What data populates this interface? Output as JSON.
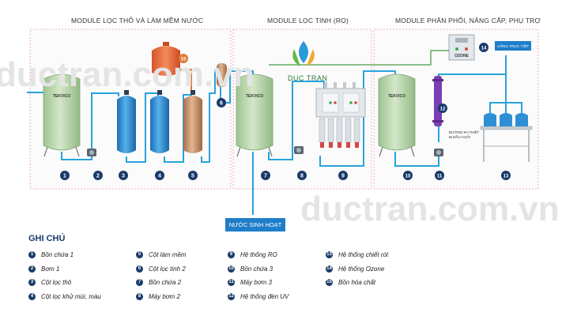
{
  "modules": {
    "coarse": "MODULE LỌC THÔ VÀ LÀM MỀM NƯỚC",
    "ro": "MODULE LỌC TINH (RO)",
    "dist": "MODULE PHÂN PHỐI, NÂNG CẤP, PHỤ TRỢ"
  },
  "brand": "DUC TRAN",
  "watermark": "ductran.com.vn",
  "labels": {
    "domestic_water": "NƯỚC SINH HOẠT",
    "direct_drink": "UỐNG TRỰC TIẾP",
    "ozone": "OZONE",
    "outlet_line1": "ĐƯỜNG RA THIẾT",
    "outlet_line2": "BỊ ĐẦU CUỐI",
    "tank_brand": "TEKVICO"
  },
  "legend": {
    "title": "GHI CHÚ",
    "items": [
      {
        "n": "1",
        "text": "Bồn chứa 1"
      },
      {
        "n": "2",
        "text": "Bơm 1"
      },
      {
        "n": "3",
        "text": "Cột lọc thô"
      },
      {
        "n": "4",
        "text": "Cột lọc khử mùi, màu"
      },
      {
        "n": "5",
        "text": "Cột làm mềm"
      },
      {
        "n": "6",
        "text": "Cột lọc tinh 2"
      },
      {
        "n": "7",
        "text": "Bồn chứa 2"
      },
      {
        "n": "8",
        "text": "Máy bơm 2"
      },
      {
        "n": "9",
        "text": "Hệ thống RO"
      },
      {
        "n": "10",
        "text": "Bồn chứa 3"
      },
      {
        "n": "11",
        "text": "Máy bơm 3"
      },
      {
        "n": "12",
        "text": "Hệ thống đèn UV"
      },
      {
        "n": "13",
        "text": "Hệ thống chiết rót"
      },
      {
        "n": "14",
        "text": "Hệ thống Ozone"
      },
      {
        "n": "15",
        "text": "Bồn hóa chất"
      }
    ]
  },
  "markers": [
    "1",
    "2",
    "3",
    "4",
    "5",
    "6",
    "7",
    "8",
    "9",
    "10",
    "11",
    "12",
    "13",
    "14",
    "15"
  ],
  "colors": {
    "pipe": "#29a3dd",
    "green_pipe": "#8bbf86",
    "orange_pipe": "#e07a3a",
    "tank": "#b7d4a9",
    "blue_column": "#2f8fd6",
    "copper_column": "#c98f66",
    "marker": "#1a3a6b"
  }
}
